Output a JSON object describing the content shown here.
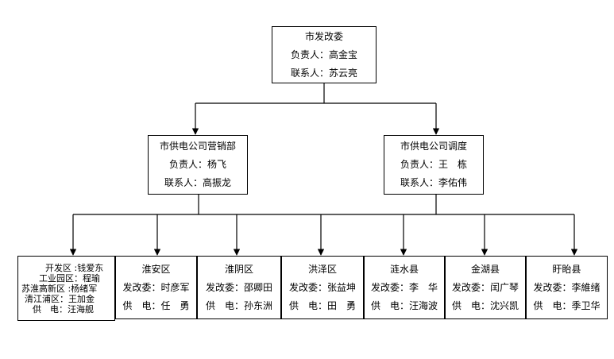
{
  "top": {
    "title": "市发改委",
    "lines": [
      "负责人：高金宝",
      "联系人：苏云亮"
    ]
  },
  "mid": [
    {
      "title": "市供电公司营销部",
      "lines": [
        "负责人：杨飞",
        "联系人：高振龙"
      ]
    },
    {
      "title": "市供电公司调度",
      "lines": [
        "负责人：王　栋",
        "联系人：李佑伟"
      ]
    }
  ],
  "bottom": [
    {
      "title": "",
      "lines": [
        "开发区 :钱爱东",
        "工业园区：程瑜",
        "苏淮高新区 :杨绪军",
        "清江浦区：王加金",
        "供　电：汪海舰"
      ]
    },
    {
      "title": "淮安区",
      "lines": [
        "发改委：时彦军",
        "供　电：任　勇"
      ]
    },
    {
      "title": "淮阴区",
      "lines": [
        "发改委：邵卿田",
        "供　电：孙东洲"
      ]
    },
    {
      "title": "洪泽区",
      "lines": [
        "发改委：张益坤",
        "供　电：田　勇"
      ]
    },
    {
      "title": "涟水县",
      "lines": [
        "发改委：李　华",
        "供　电：汪海波"
      ]
    },
    {
      "title": "金湖县",
      "lines": [
        "发改委：闰广琴",
        "供　电：沈兴凯"
      ]
    },
    {
      "title": "盱眙县",
      "lines": [
        "发改委：李維绪",
        "供　电：季卫华"
      ]
    }
  ]
}
